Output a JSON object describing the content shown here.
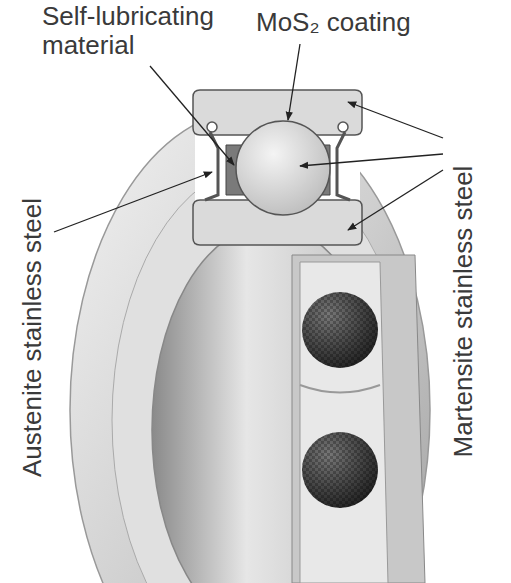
{
  "diagram": {
    "labels": [
      "Self-lubricating material",
      "MoS₂ coating",
      "Austenite stainless steel",
      "Martensite stainless steel"
    ]
  }
}
